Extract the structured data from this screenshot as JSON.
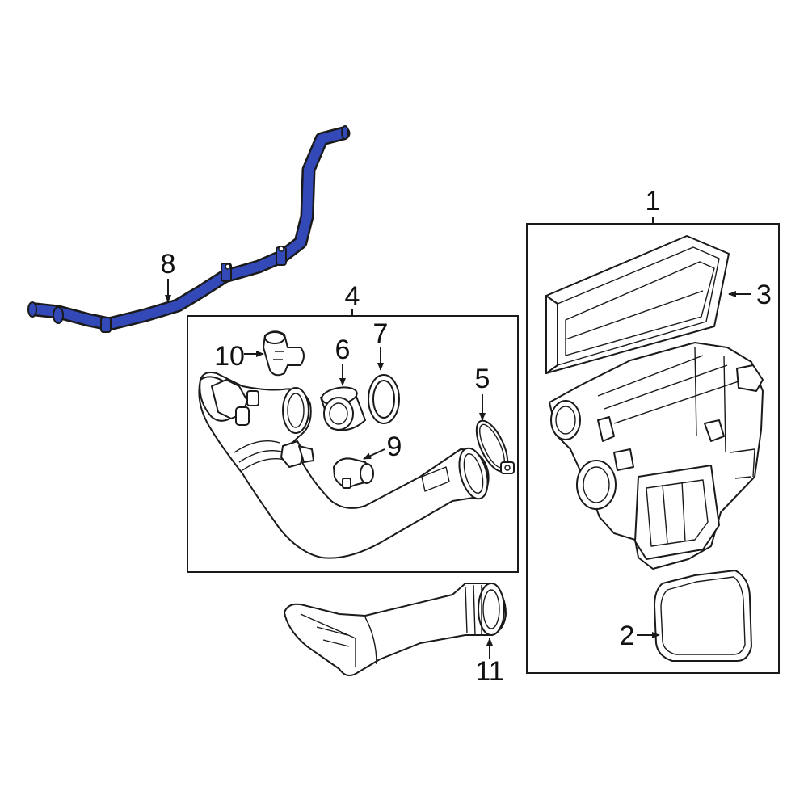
{
  "highlight_color": "#3349b8",
  "outline_color": "#1a1a1a",
  "callouts": {
    "c1": "1",
    "c2": "2",
    "c3": "3",
    "c4": "4",
    "c5": "5",
    "c6": "6",
    "c7": "7",
    "c8": "8",
    "c9": "9",
    "c10": "10",
    "c11": "11"
  }
}
